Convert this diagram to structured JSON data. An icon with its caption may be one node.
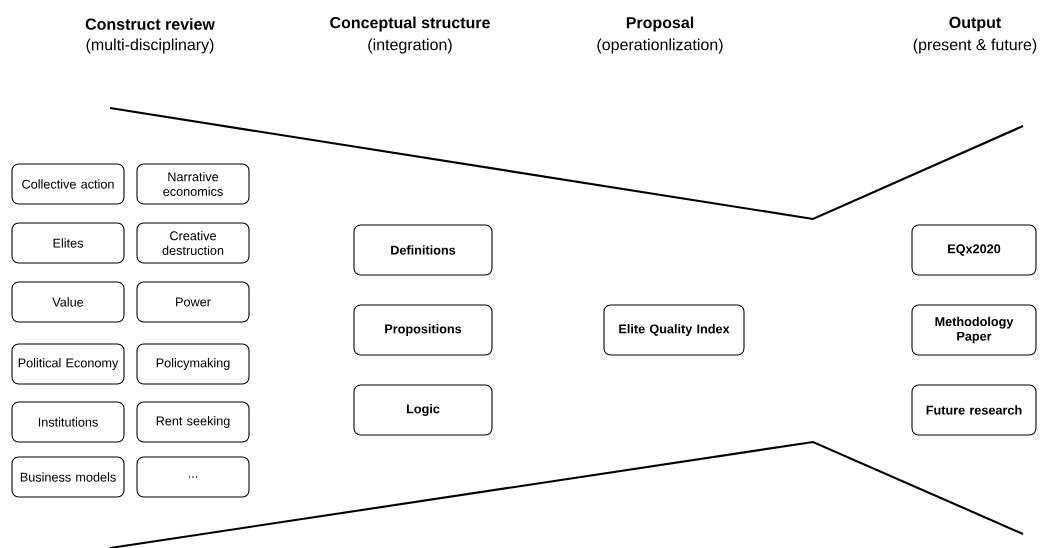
{
  "diagram": {
    "nodes": [
      {
        "text": [
          "Collective action"
        ]
      },
      {
        "text": [
          "Narrative economics"
        ]
      },
      {
        "text": [
          "Elites"
        ]
      },
      {
        "text": [
          "Creative destruction"
        ]
      },
      {
        "text": [
          "Value"
        ]
      },
      {
        "text": [
          "Power"
        ]
      },
      {
        "text": [
          "Political Economy"
        ]
      },
      {
        "text": [
          "Policymaking"
        ]
      },
      {
        "text": [
          "Institutions"
        ]
      },
      {
        "text": [
          "Rent seeking"
        ]
      },
      {
        "text": [
          "Business models"
        ]
      },
      {
        "text": [
          "..."
        ]
      },
      {
        "text": [
          "Definitions"
        ]
      },
      {
        "text": [
          "Propositions"
        ]
      },
      {
        "text": [
          "Logic"
        ]
      },
      {
        "text": [
          "Elite Quality Index"
        ]
      },
      {
        "text": [
          "EQx2020"
        ]
      },
      {
        "text": [
          "Methodology Paper"
        ]
      },
      {
        "text": [
          "Future research"
        ]
      }
    ],
    "edges": [],
    "labels": [
      "Construct review",
      "(multi-disciplinary)",
      "Conceptual structure",
      "(integration)",
      "Proposal",
      "(operationlization)",
      "Output",
      "(present & future)"
    ]
  }
}
